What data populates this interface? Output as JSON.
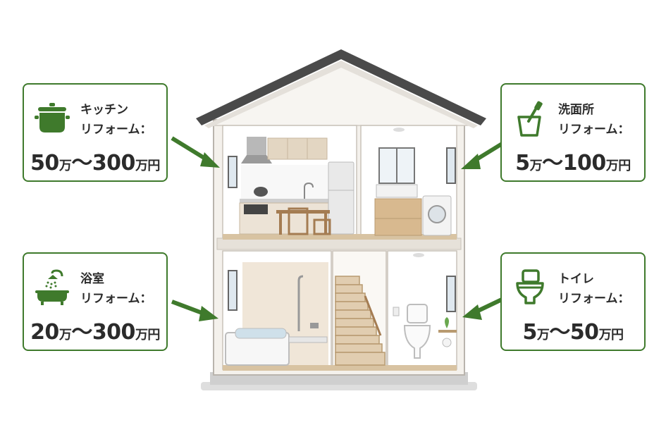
{
  "cards": {
    "kitchen": {
      "title": "キッチン\nリフォーム：",
      "p1": "50",
      "u1": "万",
      "tilde": "～",
      "p2": "300",
      "u2": "万円",
      "icon": "cooking-pot-icon"
    },
    "washroom": {
      "title": "洗面所\nリフォーム：",
      "p1": "5",
      "u1": "万",
      "tilde": "～",
      "p2": "100",
      "u2": "万円",
      "icon": "toothbrush-cup-icon"
    },
    "bath": {
      "title": "浴室\nリフォーム：",
      "p1": "20",
      "u1": "万",
      "tilde": "～",
      "p2": "300",
      "u2": "万円",
      "icon": "bathtub-shower-icon"
    },
    "toilet": {
      "title": "トイレ\nリフォーム：",
      "p1": "5",
      "u1": "万",
      "tilde": "～",
      "p2": "50",
      "u2": "万円",
      "icon": "toilet-icon"
    }
  },
  "colors": {
    "accent_green": "#3f7a2c",
    "roof": "#4a4a4a",
    "wall": "#efeae3",
    "wood": "#d8c3a2"
  }
}
